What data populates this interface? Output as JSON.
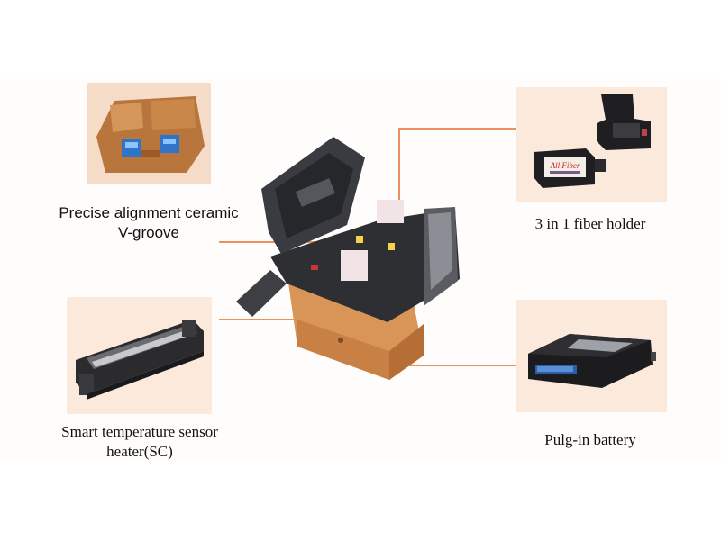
{
  "colors": {
    "leader": "#e8935a",
    "panel": "#fbe9dc",
    "body_orange": "#d99558",
    "dark_plastic": "#2e2f33"
  },
  "callouts": {
    "vgroove": {
      "line1": "Precise alignment ceramic",
      "line2": "V-groove"
    },
    "heater": {
      "line1": "Smart temperature sensor",
      "line2": "heater(SC)"
    },
    "holder": {
      "line1": "3 in 1 fiber holder"
    },
    "battery": {
      "line1": "Pulg-in battery"
    }
  },
  "product_labels": {
    "holder_tag": "All Fiber"
  }
}
